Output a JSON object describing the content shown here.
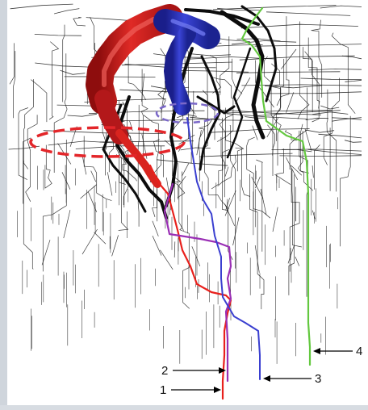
{
  "labels": {
    "l1": "1",
    "l2": "2",
    "l3": "3",
    "l4": "4"
  },
  "colors": {
    "background": "#ffffff",
    "mesh": "#1a1a1a",
    "red_vessel": "#d3201f",
    "blue_vessel": "#2c35c8",
    "path1": "#e8201c",
    "path2": "#9a2fb5",
    "path3": "#3a3fd0",
    "path4": "#63c83f",
    "highlight_red": "#e3262a",
    "highlight_purple": "#7b68c8",
    "bundle": "#0c0c0c",
    "arrow": "#000000"
  }
}
